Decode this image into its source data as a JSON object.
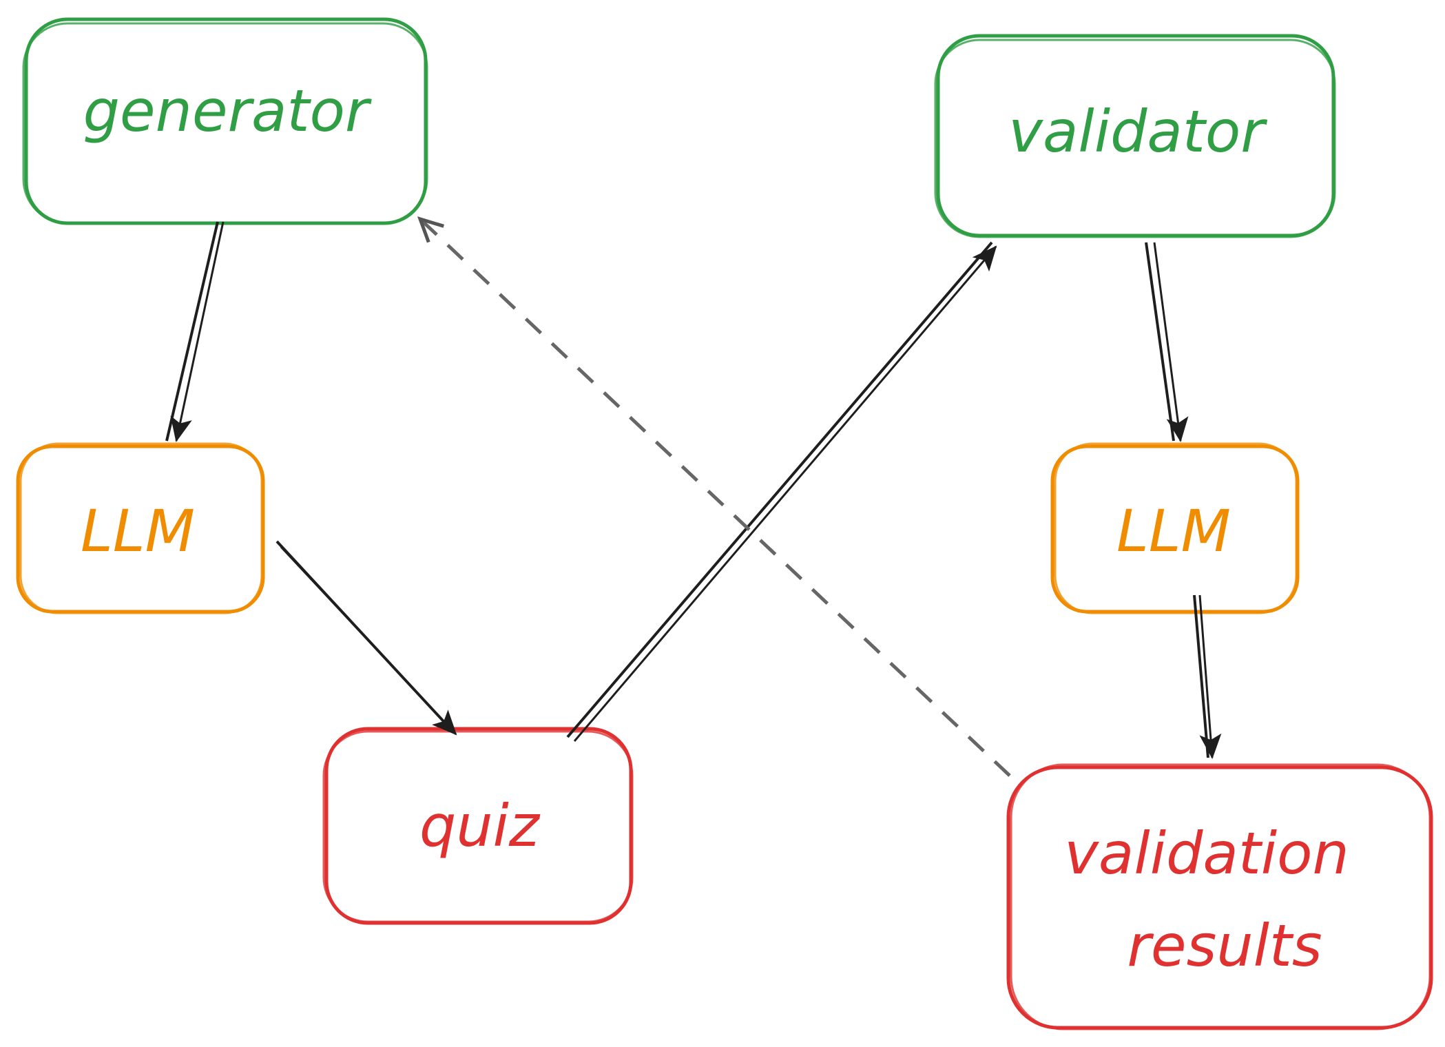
{
  "colors": {
    "green": "#2f9e44",
    "orange": "#f08c00",
    "red": "#e03131",
    "arrow": "#1e1e1e",
    "dashed": "#666666"
  },
  "nodes": {
    "generator": {
      "label": "generator",
      "color": "green"
    },
    "validator": {
      "label": "validator",
      "color": "green"
    },
    "llm_left": {
      "label": "LLM",
      "color": "orange"
    },
    "llm_right": {
      "label": "LLM",
      "color": "orange"
    },
    "quiz": {
      "label": "quiz",
      "color": "red"
    },
    "validation_results": {
      "label_line1": "validation",
      "label_line2": "results",
      "color": "red"
    }
  },
  "edges": [
    {
      "from": "generator",
      "to": "llm_left",
      "style": "solid"
    },
    {
      "from": "llm_left",
      "to": "quiz",
      "style": "solid"
    },
    {
      "from": "quiz",
      "to": "validator",
      "style": "solid"
    },
    {
      "from": "validator",
      "to": "llm_right",
      "style": "solid"
    },
    {
      "from": "llm_right",
      "to": "validation_results",
      "style": "solid"
    },
    {
      "from": "validation_results",
      "to": "generator",
      "style": "dashed"
    }
  ]
}
